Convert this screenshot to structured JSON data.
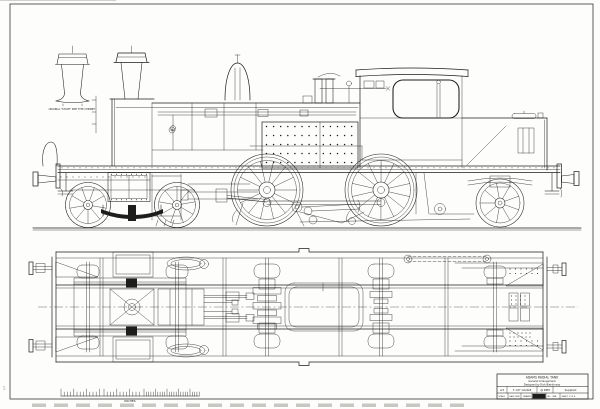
{
  "drawing": {
    "inset_caption": "ORIGINAL \"STOVE\" PIPE TYPE CHIMNEY",
    "scale_label": "INCHES",
    "fold_mark": "5",
    "title_block": {
      "line1": "ADAMS RADIAL TANK",
      "line2": "General Arrangement",
      "line3": "Designed by Dick Blenkinsop",
      "size_cell": "A3",
      "gauge_cell": "7.1/4\" GAUGE",
      "rpm_cell": "@ RPM",
      "supplied_cell": "Supplied",
      "bottom_cells": [
        "SCALE",
        "HALF SIZE",
        "DRAWN",
        "A.L. / MB",
        "SHEET 1 OF 4"
      ]
    },
    "colors": {
      "ink": "#1d1d1b",
      "paper": "#fdfdfc"
    }
  }
}
